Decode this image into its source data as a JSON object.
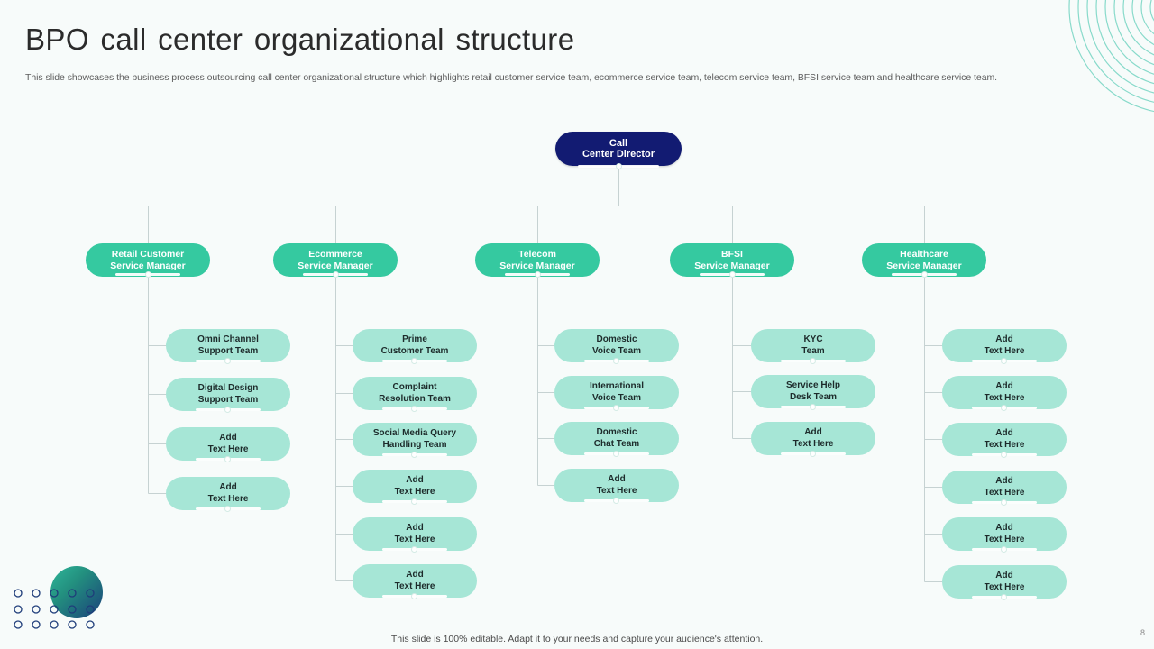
{
  "slide": {
    "title": "BPO call center organizational structure",
    "subtitle": "This slide showcases the business process outsourcing call center organizational structure which highlights retail customer service team, ecommerce service team, telecom service team, BFSI service team and healthcare service team.",
    "footer_note": "This slide is 100% editable. Adapt it to your needs and capture your audience's attention.",
    "page_number": "8"
  },
  "colors": {
    "background": "#f7fbfa",
    "root_node": "#121b72",
    "manager_node": "#35c9a0",
    "leaf_node": "#a6e6d6",
    "connector": "#c6d2d2",
    "title_text": "#2b2b2b",
    "body_text": "#5d5d5d",
    "accent_arc": "#63cfbb"
  },
  "chart_data": {
    "type": "diagram",
    "title": "BPO call center organizational structure",
    "root": {
      "line1": "Call",
      "line2": "Center Director"
    },
    "branches": [
      {
        "manager": {
          "line1": "Retail Customer",
          "line2": "Service Manager"
        },
        "teams": [
          {
            "line1": "Omni Channel",
            "line2": "Support Team"
          },
          {
            "line1": "Digital Design",
            "line2": "Support Team"
          },
          {
            "line1": "Add",
            "line2": "Text Here"
          },
          {
            "line1": "Add",
            "line2": "Text Here"
          }
        ]
      },
      {
        "manager": {
          "line1": "Ecommerce",
          "line2": "Service Manager"
        },
        "teams": [
          {
            "line1": "Prime",
            "line2": "Customer Team"
          },
          {
            "line1": "Complaint",
            "line2": "Resolution Team"
          },
          {
            "line1": "Social Media Query",
            "line2": "Handling Team"
          },
          {
            "line1": "Add",
            "line2": "Text Here"
          },
          {
            "line1": "Add",
            "line2": "Text Here"
          },
          {
            "line1": "Add",
            "line2": "Text Here"
          }
        ]
      },
      {
        "manager": {
          "line1": "Telecom",
          "line2": "Service Manager"
        },
        "teams": [
          {
            "line1": "Domestic",
            "line2": "Voice Team"
          },
          {
            "line1": "International",
            "line2": "Voice Team"
          },
          {
            "line1": "Domestic",
            "line2": "Chat Team"
          },
          {
            "line1": "Add",
            "line2": "Text Here"
          }
        ]
      },
      {
        "manager": {
          "line1": "BFSI",
          "line2": "Service Manager"
        },
        "teams": [
          {
            "line1": "KYC",
            "line2": "Team"
          },
          {
            "line1": "Service Help",
            "line2": "Desk Team"
          },
          {
            "line1": "Add",
            "line2": "Text Here"
          }
        ]
      },
      {
        "manager": {
          "line1": "Healthcare",
          "line2": "Service Manager"
        },
        "teams": [
          {
            "line1": "Add",
            "line2": "Text Here"
          },
          {
            "line1": "Add",
            "line2": "Text Here"
          },
          {
            "line1": "Add",
            "line2": "Text Here"
          },
          {
            "line1": "Add",
            "line2": "Text Here"
          },
          {
            "line1": "Add",
            "line2": "Text Here"
          },
          {
            "line1": "Add",
            "line2": "Text Here"
          }
        ]
      }
    ]
  }
}
